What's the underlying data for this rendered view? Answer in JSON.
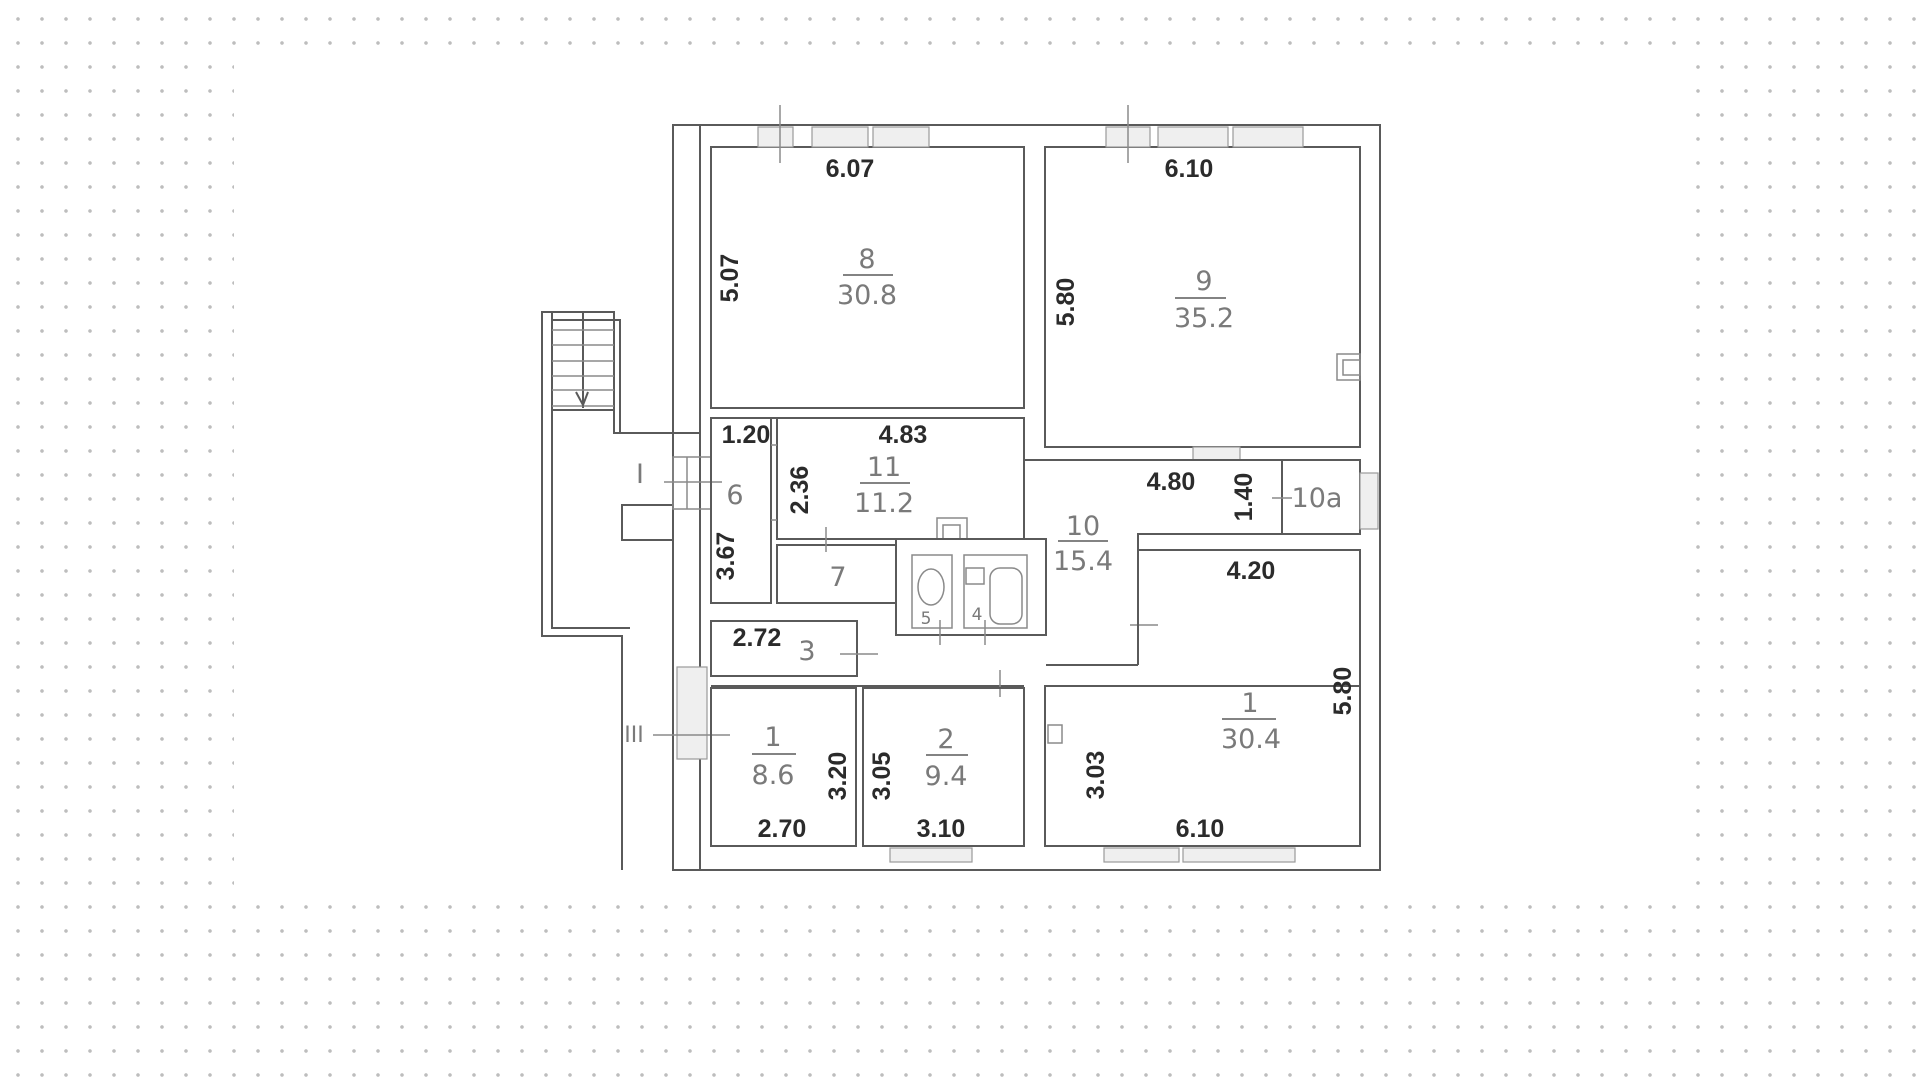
{
  "plan": {
    "background": {
      "dot_color": "#bdbdbd",
      "paper_color": "#ffffff",
      "line_color": "#5a5a5a"
    },
    "rooms": [
      {
        "id": "8",
        "area": "30.8",
        "width": "6.07",
        "length": "5.07"
      },
      {
        "id": "9",
        "area": "35.2",
        "width": "6.10",
        "length": "5.80"
      },
      {
        "id": "11",
        "area": "11.2",
        "width": "4.83",
        "length": "2.36"
      },
      {
        "id": "6",
        "width": "1.20",
        "length": "3.67"
      },
      {
        "id": "7"
      },
      {
        "id": "5"
      },
      {
        "id": "4"
      },
      {
        "id": "10",
        "area": "15.4",
        "width": "4.80",
        "length": "1.40"
      },
      {
        "id": "10a"
      },
      {
        "id": "3",
        "width": "2.72"
      },
      {
        "id": "1",
        "area": "8.6",
        "width": "2.70",
        "length": "3.20"
      },
      {
        "id": "2",
        "area": "9.4",
        "width": "3.10",
        "length": "3.05"
      },
      {
        "id": "1",
        "area": "30.4",
        "width": "6.10",
        "length": "5.80",
        "extra": "3.03"
      }
    ],
    "section_marks": {
      "entrance_top": "I",
      "entrance_bottom": "III"
    },
    "labels": {
      "r8_id": "8",
      "r8_area": "30.8",
      "r8_w": "6.07",
      "r8_h": "5.07",
      "r9_id": "9",
      "r9_area": "35.2",
      "r9_w": "6.10",
      "r9_h": "5.80",
      "r11_id": "11",
      "r11_area": "11.2",
      "r11_w": "4.83",
      "r11_h": "2.36",
      "r6_id": "6",
      "r6_w": "1.20",
      "r6_h": "3.67",
      "r7_id": "7",
      "r5_id": "5",
      "r4_id": "4",
      "r10_id": "10",
      "r10_area": "15.4",
      "r10_w": "4.80",
      "r10_h": "1.40",
      "r10a_id": "10a",
      "r3_id": "3",
      "r3_w": "2.72",
      "r1s_id": "1",
      "r1s_area": "8.6",
      "r1s_w": "2.70",
      "r1s_h": "3.20",
      "r2_id": "2",
      "r2_area": "9.4",
      "r2_w": "3.10",
      "r2_h": "3.05",
      "r1b_id": "1",
      "r1b_area": "30.4",
      "r1b_w": "4.20",
      "r1b_w2": "6.10",
      "r1b_h": "5.80",
      "r1b_h2": "3.03",
      "mark_I": "I",
      "mark_III": "III"
    }
  }
}
